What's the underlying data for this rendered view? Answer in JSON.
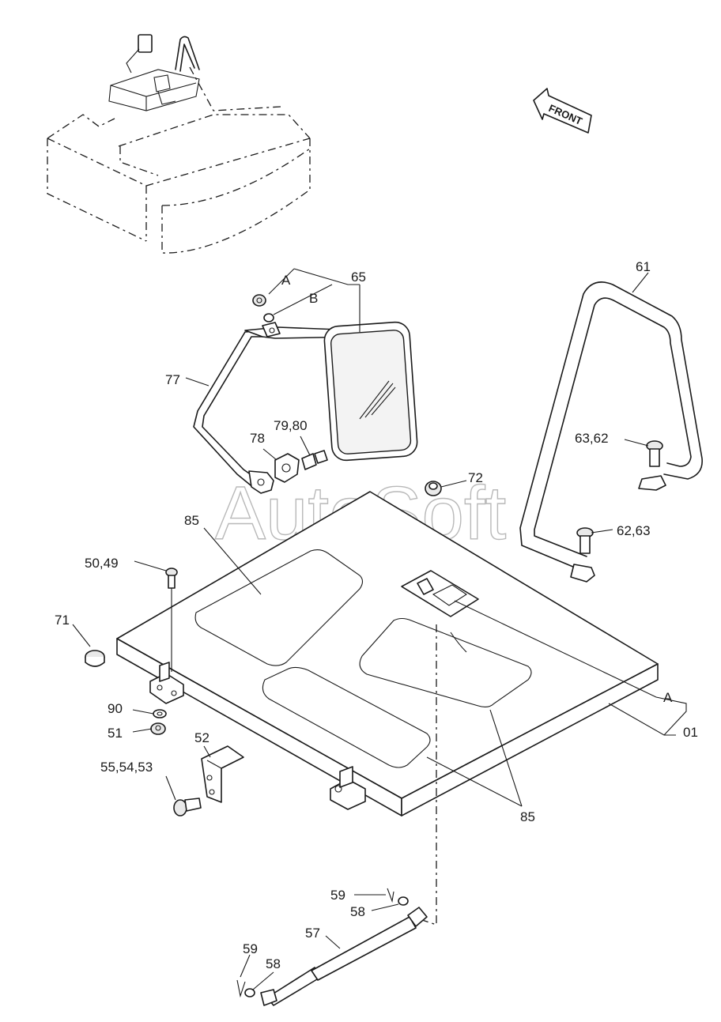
{
  "watermark": "AutoSoft",
  "front_arrow_label": "FRONT",
  "callouts": {
    "c65": "65",
    "cA_top": "A",
    "cB": "B",
    "c61": "61",
    "c77": "77",
    "c78": "78",
    "c79_80": "79,80",
    "c63_62": "63,62",
    "c72": "72",
    "c85_top": "85",
    "c62_63": "62,63",
    "c50_49": "50,49",
    "c71": "71",
    "cA_right": "A",
    "c01": "01",
    "c90": "90",
    "c51": "51",
    "c52": "52",
    "c55_54_53": "55,54,53",
    "c85_bottom": "85",
    "c59_right": "59",
    "c58_right": "58",
    "c57": "57",
    "c59_left": "59",
    "c58_left": "58"
  }
}
